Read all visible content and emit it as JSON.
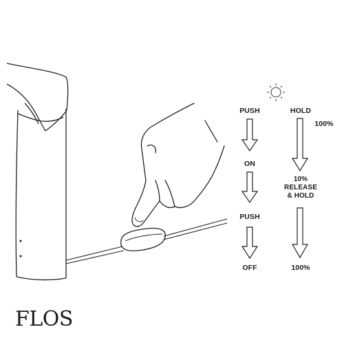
{
  "diagram": {
    "sun_icon": "sun-icon",
    "left_column": {
      "step1": "PUSH",
      "step2": "ON",
      "step3": "PUSH",
      "step4": "OFF"
    },
    "right_column": {
      "step1": "HOLD",
      "level_top": "100%",
      "level_mid": "10%",
      "release_hold_line1": "RELEASE",
      "release_hold_line2": "& HOLD",
      "level_bottom": "100%"
    }
  },
  "brand": {
    "logo_text": "FLOS"
  }
}
